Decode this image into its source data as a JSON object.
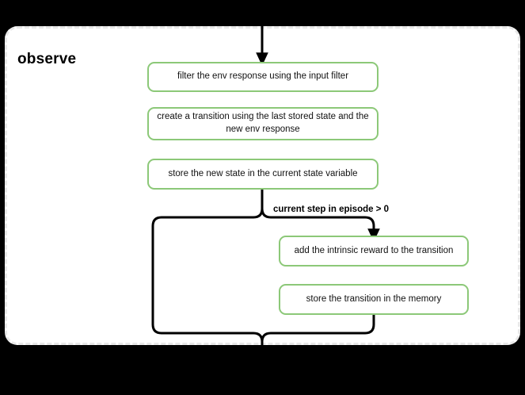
{
  "diagram": {
    "type": "flowchart",
    "background_color": "#000000",
    "group": {
      "title": "observe",
      "border_style": "dashed",
      "border_color": "#e8e8e8",
      "fill_color": "#ffffff"
    },
    "node_style": {
      "border_color": "#8cc878",
      "fill_color": "#ffffff",
      "text_color": "#111111"
    },
    "nodes": [
      {
        "id": "filter-env-response",
        "label": "filter the env response using the input filter"
      },
      {
        "id": "create-transition",
        "label": "create a transition using the last stored state and the new env response"
      },
      {
        "id": "store-new-state",
        "label": "store the new state in the current state variable"
      },
      {
        "id": "add-intrinsic-reward",
        "label": "add the intrinsic reward to the transition"
      },
      {
        "id": "store-transition-memory",
        "label": "store the transition in the memory"
      }
    ],
    "edge_labels": [
      {
        "id": "condition-current-step",
        "label": "current step in episode > 0"
      }
    ]
  }
}
